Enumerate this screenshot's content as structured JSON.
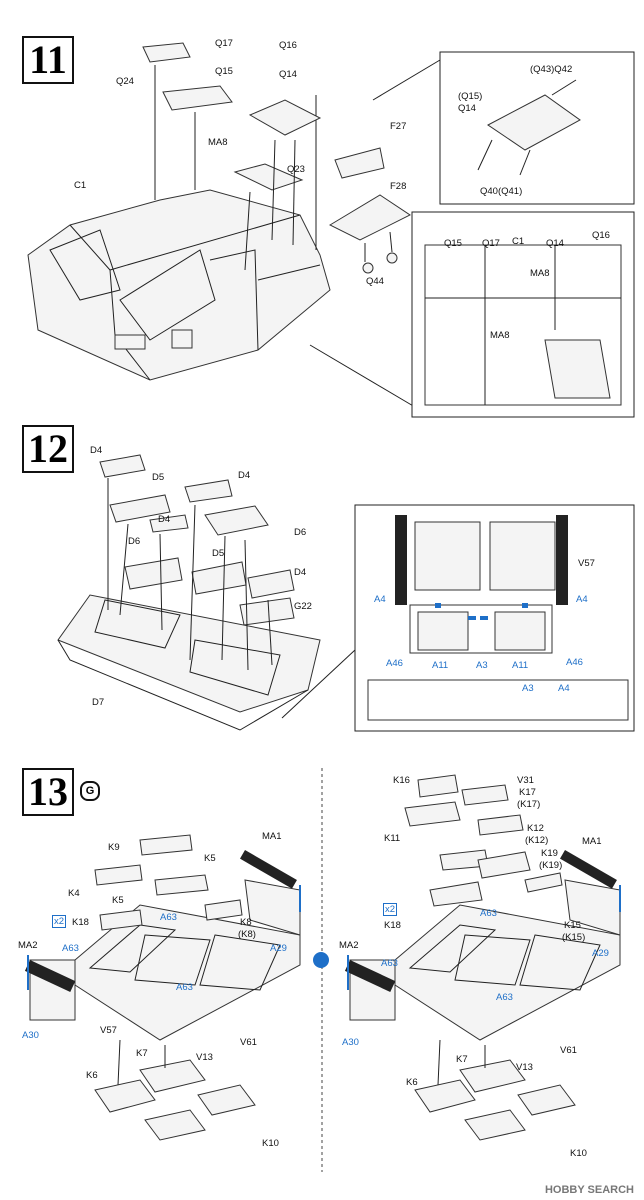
{
  "steps": {
    "s11": "11",
    "s12": "12",
    "s13": "13",
    "s13_badge": "G"
  },
  "step11": {
    "q24": "Q24",
    "q17": "Q17",
    "q15": "Q15",
    "q16": "Q16",
    "q14": "Q14",
    "ma8": "MA8",
    "c1": "C1",
    "q23": "Q23",
    "f27": "F27",
    "f28": "F28",
    "q44": "Q44",
    "inset1": {
      "q43q42": "(Q43)Q42",
      "q15p": "(Q15)",
      "q14": "Q14",
      "q40q41": "Q40(Q41)"
    },
    "inset2": {
      "q15": "Q15",
      "q17": "Q17",
      "c1": "C1",
      "q14": "Q14",
      "q16": "Q16",
      "ma8a": "MA8",
      "ma8b": "MA8"
    }
  },
  "step12": {
    "d4a": "D4",
    "d5a": "D5",
    "d4b": "D4",
    "d4c": "D4",
    "d6a": "D6",
    "d6b": "D6",
    "d5b": "D5",
    "d4d": "D4",
    "g22": "G22",
    "d7": "D7",
    "inset": {
      "v57": "V57",
      "a4l": "A4",
      "a4r": "A4",
      "a46l": "A46",
      "a11l": "A11",
      "a3": "A3",
      "a11r": "A11",
      "a46r": "A46",
      "a3b": "A3",
      "a4b": "A4"
    }
  },
  "step13": {
    "left": {
      "k9": "K9",
      "k5a": "K5",
      "k4": "K4",
      "k5b": "K5",
      "a63a": "A63",
      "k18": "K18",
      "x2": "x2",
      "k8": "K8",
      "k8p": "(K8)",
      "ma1": "MA1",
      "a29": "A29",
      "ma2": "MA2",
      "a63b": "A63",
      "a63c": "A63",
      "a30": "A30",
      "v57": "V57",
      "v13": "V13",
      "v61": "V61",
      "k7": "K7",
      "k6": "K6",
      "k10": "K10"
    },
    "right": {
      "k16": "K16",
      "v31": "V31",
      "k17": "K17",
      "k17p": "(K17)",
      "k11": "K11",
      "k12": "K12",
      "k12p": "(K12)",
      "k19": "K19",
      "k19p": "(K19)",
      "ma1": "MA1",
      "x2": "x2",
      "k18": "K18",
      "a63a": "A63",
      "k15": "K15",
      "k15p": "(K15)",
      "a29": "A29",
      "ma2": "MA2",
      "a63b": "A63",
      "a63c": "A63",
      "a30": "A30",
      "v13": "V13",
      "v61": "V61",
      "k7": "K7",
      "k6": "K6",
      "k10": "K10"
    }
  },
  "watermark": "HOBBY SEARCH",
  "colors": {
    "accent": "#1e6fc8",
    "line": "#222222"
  }
}
